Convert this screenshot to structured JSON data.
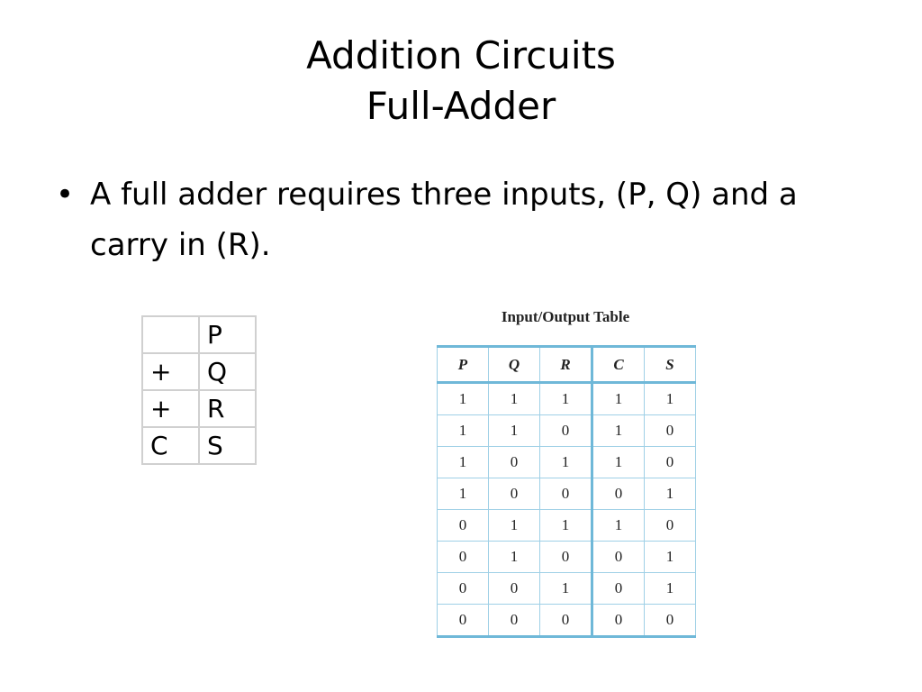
{
  "title": {
    "line1": "Addition Circuits",
    "line2": "Full-Adder"
  },
  "bullets": [
    {
      "marker": "•",
      "line1": "A full adder requires three inputs, (P, Q) and a",
      "line2": "carry in (R)."
    }
  ],
  "addition_layout": {
    "rows": [
      [
        "",
        "P"
      ],
      [
        "+",
        "Q"
      ],
      [
        "+",
        "R"
      ],
      [
        "C",
        "S"
      ]
    ]
  },
  "io_table": {
    "caption": "Input/Output Table",
    "headers": [
      "P",
      "Q",
      "R",
      "C",
      "S"
    ],
    "rows": [
      [
        "1",
        "1",
        "1",
        "1",
        "1"
      ],
      [
        "1",
        "1",
        "0",
        "1",
        "0"
      ],
      [
        "1",
        "0",
        "1",
        "1",
        "0"
      ],
      [
        "1",
        "0",
        "0",
        "0",
        "1"
      ],
      [
        "0",
        "1",
        "1",
        "1",
        "0"
      ],
      [
        "0",
        "1",
        "0",
        "0",
        "1"
      ],
      [
        "0",
        "0",
        "1",
        "0",
        "1"
      ],
      [
        "0",
        "0",
        "0",
        "0",
        "0"
      ]
    ]
  },
  "colors": {
    "table_line": "#6fb8d8",
    "table_thin_line": "#9fd0e6",
    "grid_line": "#d0d0d0"
  }
}
